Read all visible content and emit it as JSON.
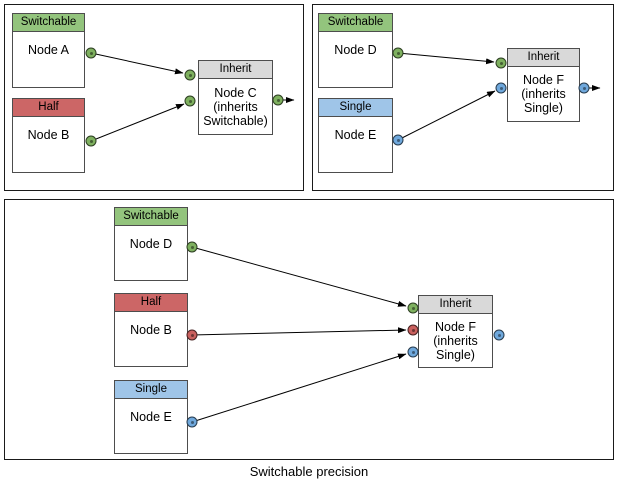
{
  "caption": "Switchable precision",
  "colors": {
    "switchable": "#93c47d",
    "half": "#cc6666",
    "single": "#9fc5e8",
    "inherit": "#d9d9d9",
    "port_switchable": "#7eb05f",
    "port_half": "#c9605e",
    "port_single": "#6fa8dc",
    "node_border": "#4d4d4d",
    "panel_border": "#1a1a1a"
  },
  "panel1": {
    "nodeA": {
      "header": "Switchable",
      "label": "Node A"
    },
    "nodeB": {
      "header": "Half",
      "label": "Node B"
    },
    "nodeC": {
      "header": "Inherit",
      "label": "Node C (inherits Switchable)"
    }
  },
  "panel2": {
    "nodeD": {
      "header": "Switchable",
      "label": "Node D"
    },
    "nodeE": {
      "header": "Single",
      "label": "Node E"
    },
    "nodeF": {
      "header": "Inherit",
      "label": "Node F (inherits Single)"
    }
  },
  "panel3": {
    "nodeD": {
      "header": "Switchable",
      "label": "Node D"
    },
    "nodeB": {
      "header": "Half",
      "label": "Node B"
    },
    "nodeE": {
      "header": "Single",
      "label": "Node E"
    },
    "nodeF": {
      "header": "Inherit",
      "label": "Node F (inherits Single)"
    }
  }
}
